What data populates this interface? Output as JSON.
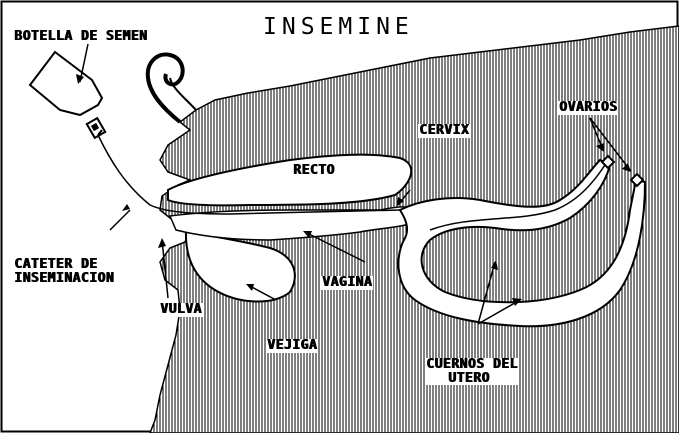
{
  "title": "INSEMINE",
  "labels": {
    "bottle": "BOTELLA DE SEMEN",
    "rectum": "RECTO",
    "cervix": "CERVIX",
    "ovaries": "OVARIOS",
    "catheter_line1": "CATETER DE",
    "catheter_line2": "INSEMINACION",
    "vulva": "VULVA",
    "vagina": "VAGINA",
    "bladder": "VEJIGA",
    "horns_line1": "CUERNOS DEL",
    "horns_line2": "UTERO"
  },
  "colors": {
    "ink": "#000000",
    "paper": "#ffffff"
  }
}
